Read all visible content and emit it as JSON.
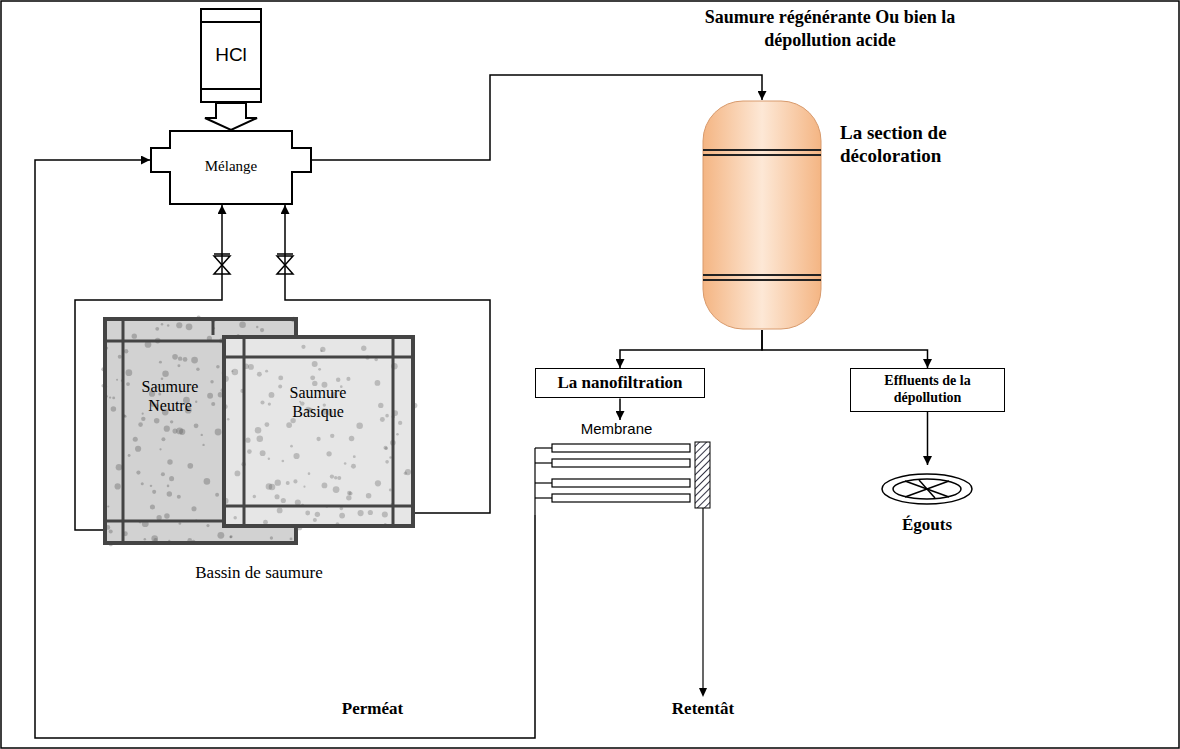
{
  "diagram": {
    "nodes": [
      {
        "text": [
          "HCl"
        ]
      },
      {
        "text": [
          "Mélange"
        ]
      },
      {
        "text": [
          "Bassin de saumure"
        ]
      },
      {
        "text": [
          "Saumure Neutre"
        ],
        "in": 2
      },
      {
        "text": [
          "Saumure Basique"
        ],
        "in": 2
      },
      {
        "text": [
          "La section de décoloration"
        ]
      },
      {
        "text": [
          "La nanofiltration"
        ]
      },
      {
        "text": [
          "Effluents de la dépollution"
        ]
      },
      {
        "text": [
          "Membrane"
        ]
      },
      {
        "text": [
          "Égouts"
        ]
      }
    ],
    "edges": [
      {
        "from": 0,
        "to": 1,
        "arrow": "to"
      },
      {
        "from": 3,
        "to": 1,
        "arrow": "to"
      },
      {
        "from": 4,
        "to": 1,
        "arrow": "to"
      },
      {
        "from": 1,
        "to": 5,
        "arrow": "to"
      },
      {
        "from": 5,
        "to": 6,
        "arrow": "to"
      },
      {
        "from": 5,
        "to": 7,
        "arrow": "to"
      },
      {
        "from": 6,
        "to": 8,
        "arrow": "to"
      },
      {
        "from": 7,
        "to": 9,
        "arrow": "to"
      },
      {
        "from": 8,
        "to": 1,
        "arrow": "to"
      }
    ],
    "labels": [
      "Saumure régénérante Ou bien la dépollution acide",
      "Perméat",
      "Retentât"
    ]
  }
}
